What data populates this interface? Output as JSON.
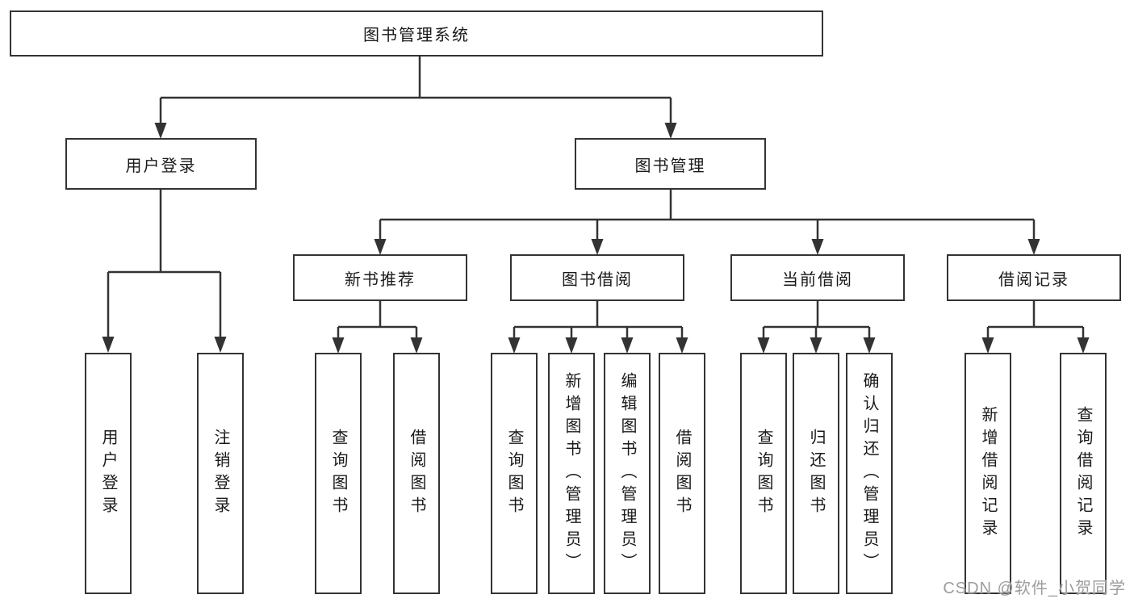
{
  "diagram": {
    "root": {
      "label": "图书管理系统"
    },
    "level2": [
      {
        "label": "用户登录",
        "children": [
          {
            "label": "用户登录"
          },
          {
            "label": "注销登录"
          }
        ]
      },
      {
        "label": "图书管理",
        "children": [
          {
            "label": "新书推荐",
            "children": [
              {
                "label": "查询图书"
              },
              {
                "label": "借阅图书"
              }
            ]
          },
          {
            "label": "图书借阅",
            "children": [
              {
                "label": "查询图书"
              },
              {
                "label": "新增图书（管理员）"
              },
              {
                "label": "编辑图书（管理员）"
              },
              {
                "label": "借阅图书"
              }
            ]
          },
          {
            "label": "当前借阅",
            "children": [
              {
                "label": "查询图书"
              },
              {
                "label": "归还图书"
              },
              {
                "label": "确认归还（管理员）"
              }
            ]
          },
          {
            "label": "借阅记录",
            "children": [
              {
                "label": "新增借阅记录"
              },
              {
                "label": "查询借阅记录"
              }
            ]
          }
        ]
      }
    ]
  },
  "watermark": {
    "label": "CSDN @软件_小贺同学"
  },
  "colors": {
    "line": "#333333",
    "box_border": "#333333",
    "text": "#1a1a1a",
    "watermark": "#9d9d9d",
    "background": "#ffffff"
  }
}
